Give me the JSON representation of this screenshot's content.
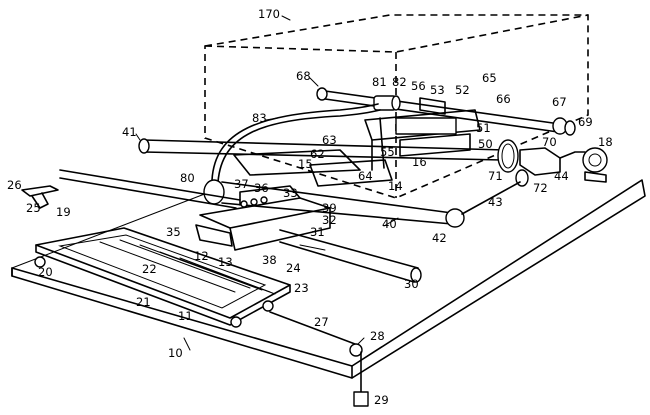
{
  "labels": {
    "l170": "170",
    "l68": "68",
    "l81": "81",
    "l82": "82",
    "l56": "56",
    "l53": "53",
    "l52": "52",
    "l65": "65",
    "l66": "66",
    "l67": "67",
    "l69": "69",
    "l83": "83",
    "l41": "41",
    "l63": "63",
    "l62": "62",
    "l55": "55",
    "l51": "51",
    "l50": "50",
    "l70": "70",
    "l18": "18",
    "l15": "15",
    "l16": "16",
    "l64": "64",
    "l14": "14",
    "l71": "71",
    "l44": "44",
    "l72": "72",
    "l80": "80",
    "l37": "37",
    "l36": "36",
    "l33": "33",
    "l26": "26",
    "l25": "25",
    "l19": "19",
    "l39": "39",
    "l32": "32",
    "l40": "40",
    "l43": "43",
    "l42": "42",
    "l35": "35",
    "l31": "31",
    "l12": "12",
    "l13": "13",
    "l38": "38",
    "l24": "24",
    "l20": "20",
    "l22": "22",
    "l30": "30",
    "l23": "23",
    "l21": "21",
    "l11": "11",
    "l27": "27",
    "l28": "28",
    "l10": "10",
    "l29": "29"
  }
}
